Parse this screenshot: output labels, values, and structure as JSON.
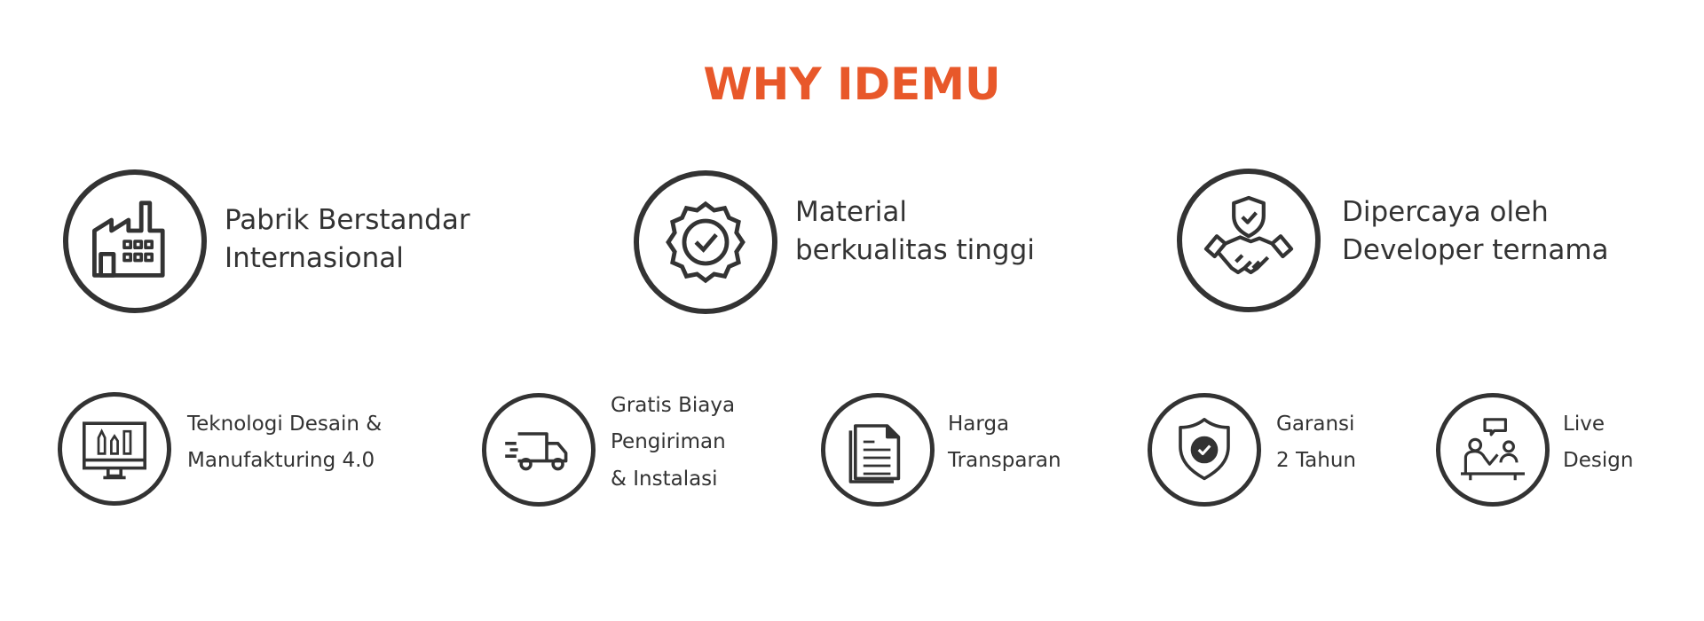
{
  "title": "WHY IDEMU",
  "top_features": [
    {
      "icon": "factory-icon",
      "lines": [
        "Pabrik Berstandar",
        "Internasional"
      ]
    },
    {
      "icon": "quality-badge-icon",
      "lines": [
        "Material",
        "berkualitas tinggi"
      ]
    },
    {
      "icon": "handshake-shield-icon",
      "lines": [
        "Dipercaya oleh",
        "Developer ternama"
      ]
    }
  ],
  "bottom_features": [
    {
      "icon": "design-monitor-icon",
      "lines": [
        "Teknologi Desain &",
        "Manufakturing 4.0"
      ]
    },
    {
      "icon": "delivery-truck-icon",
      "lines": [
        "Gratis Biaya",
        "Pengiriman",
        "& Instalasi"
      ]
    },
    {
      "icon": "document-icon",
      "lines": [
        "Harga",
        "Transparan"
      ]
    },
    {
      "icon": "shield-check-icon",
      "lines": [
        "Garansi",
        "2 Tahun"
      ]
    },
    {
      "icon": "live-consultation-icon",
      "lines": [
        "Live",
        "Design"
      ]
    }
  ],
  "colors": {
    "accent": "#E8582A",
    "text": "#333333"
  }
}
